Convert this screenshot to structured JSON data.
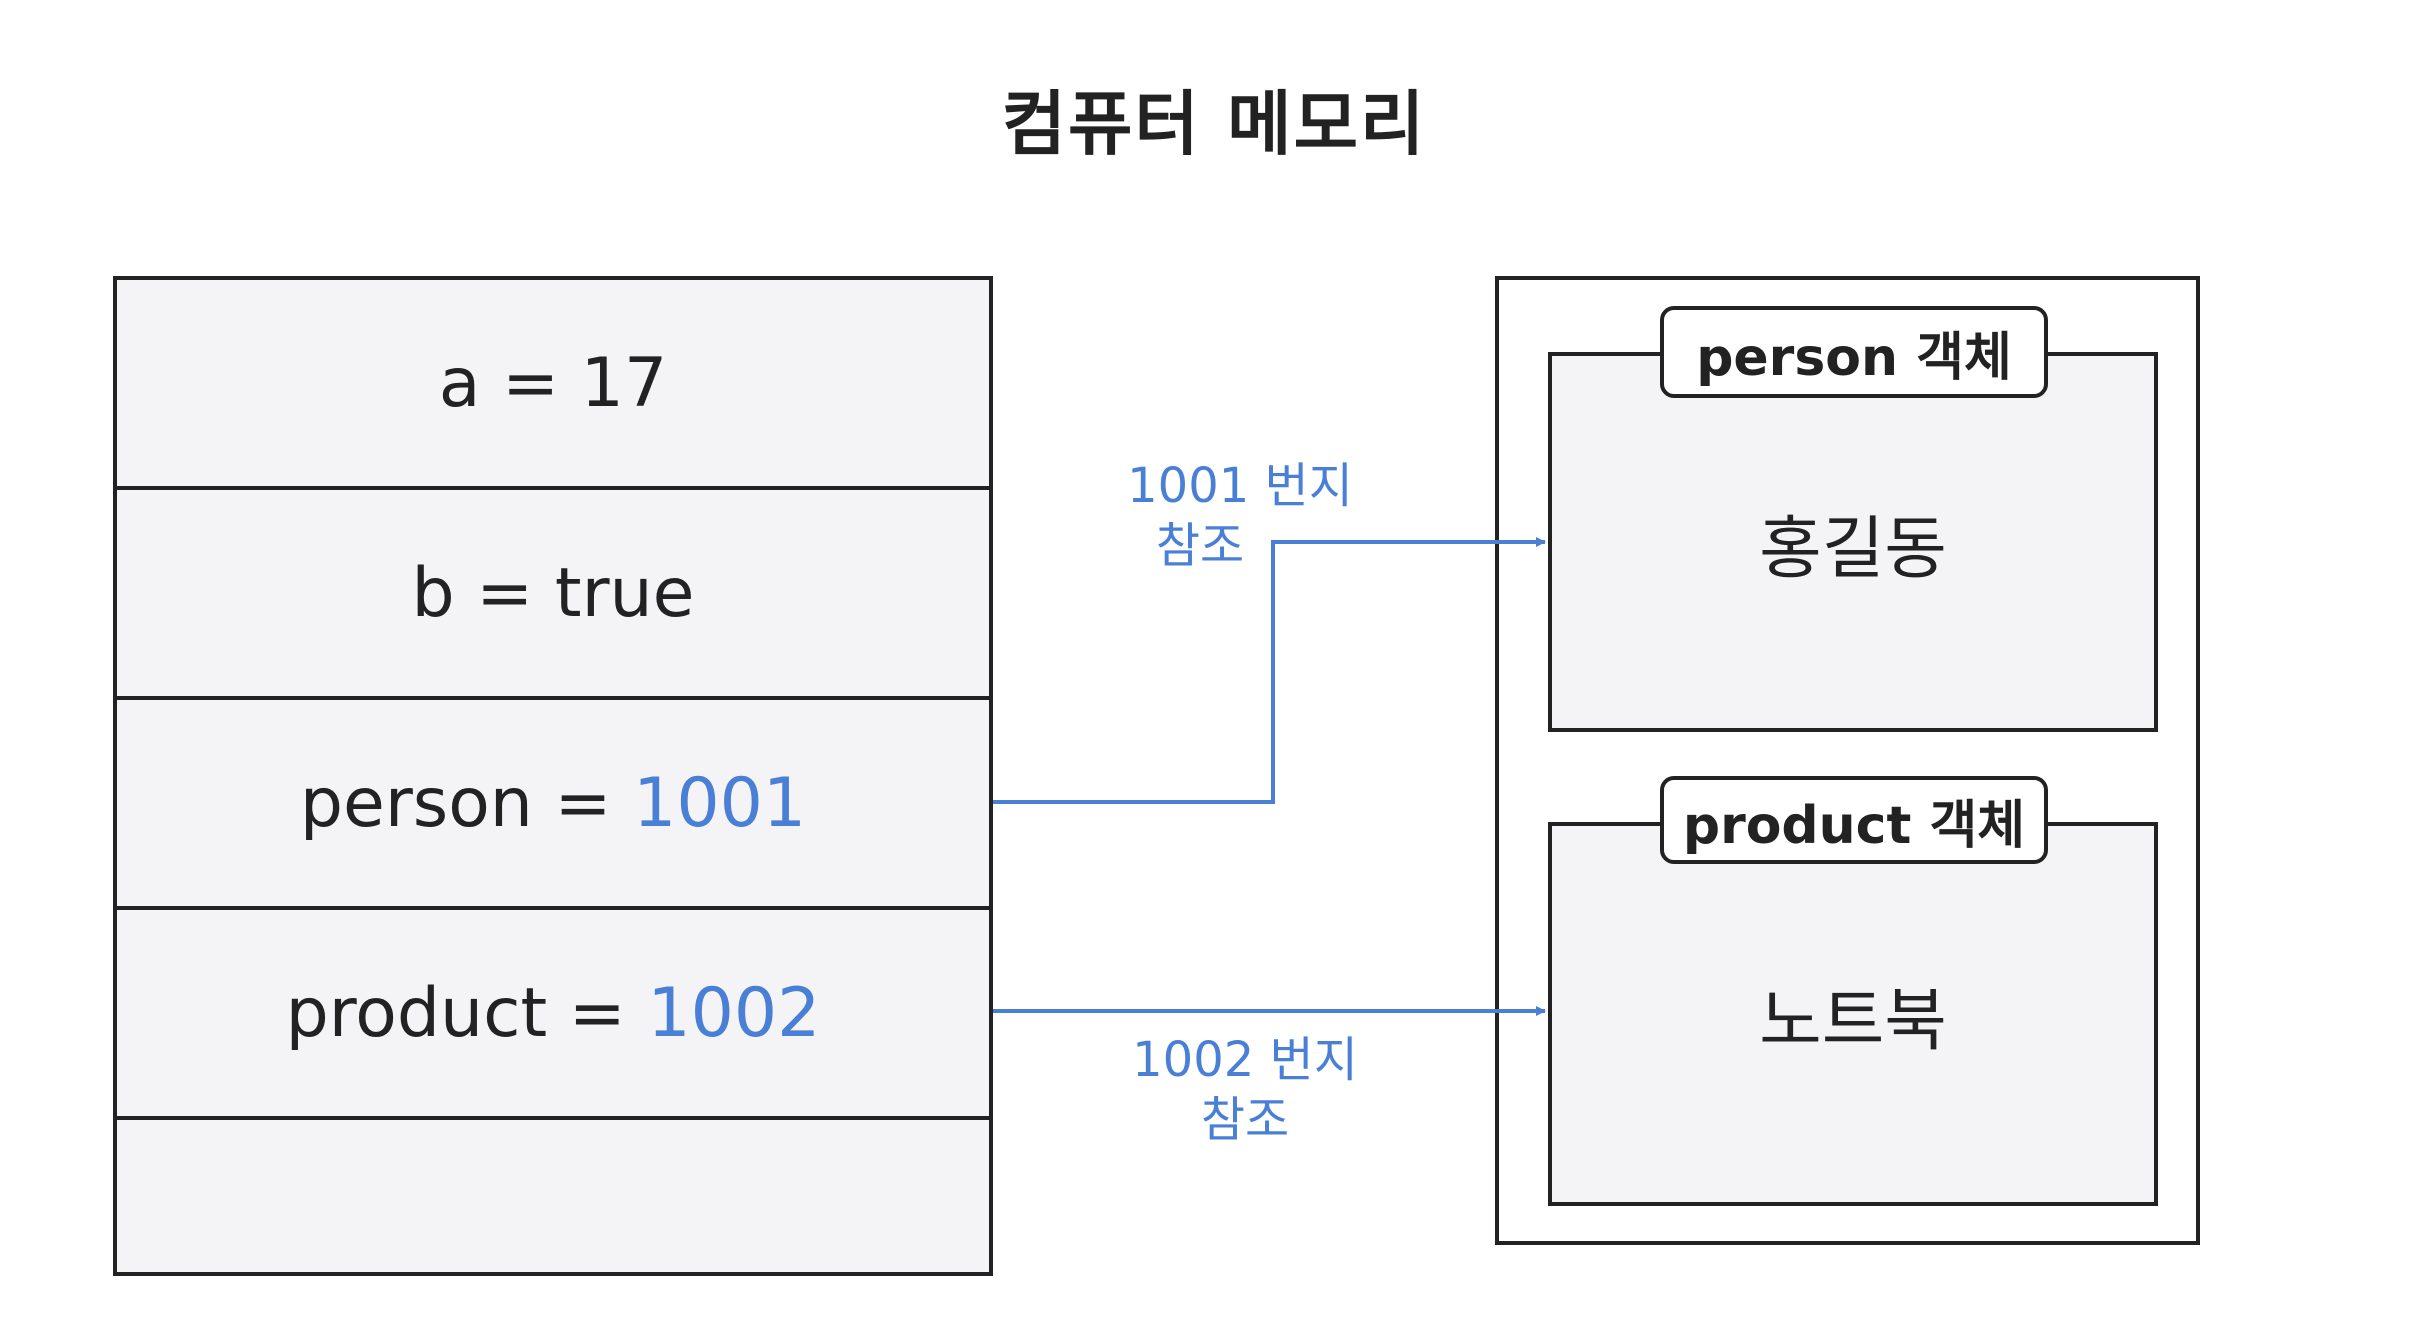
{
  "title": "컴퓨터 메모리",
  "stack": {
    "cells": [
      {
        "label": "a = 17",
        "value": ""
      },
      {
        "label": "b = true",
        "value": ""
      },
      {
        "label": "person = ",
        "value": "1001"
      },
      {
        "label": "product = ",
        "value": "1002"
      },
      {
        "label": "",
        "value": ""
      }
    ]
  },
  "heap": {
    "objects": [
      {
        "tab": "person 객체",
        "content": "홍길동"
      },
      {
        "tab": "product 객체",
        "content": "노트북"
      }
    ]
  },
  "references": [
    {
      "line1": "1001 번지",
      "line2": "참조"
    },
    {
      "line1": "1002 번지",
      "line2": "참조"
    }
  ],
  "colors": {
    "reference": "#4a7fd6",
    "border": "#222222",
    "fill": "#f4f4f6"
  }
}
